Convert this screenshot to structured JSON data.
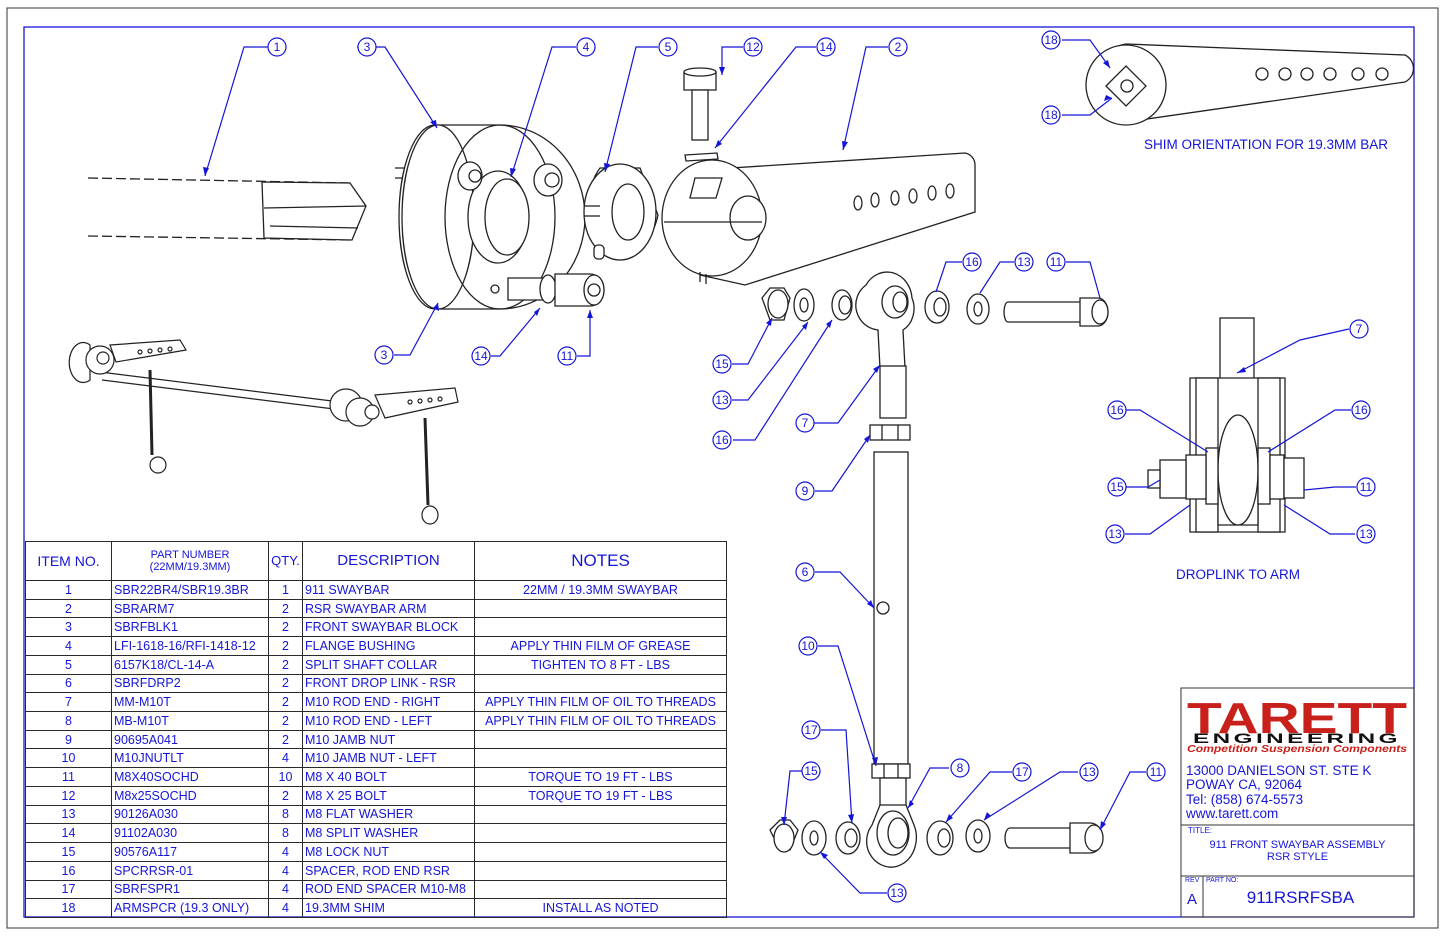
{
  "bom": {
    "headers": {
      "item": "ITEM NO.",
      "part": "PART NUMBER\n(22MM/19.3MM)",
      "qty": "QTY.",
      "desc": "DESCRIPTION",
      "notes": "NOTES"
    },
    "rows": [
      {
        "item": "1",
        "part": "SBR22BR4/SBR19.3BR",
        "qty": "1",
        "desc": "911 SWAYBAR",
        "notes": "22MM / 19.3MM SWAYBAR"
      },
      {
        "item": "2",
        "part": "SBRARM7",
        "qty": "2",
        "desc": "RSR SWAYBAR ARM",
        "notes": ""
      },
      {
        "item": "3",
        "part": "SBRFBLK1",
        "qty": "2",
        "desc": "FRONT SWAYBAR BLOCK",
        "notes": ""
      },
      {
        "item": "4",
        "part": "LFI-1618-16/RFI-1418-12",
        "qty": "2",
        "desc": "FLANGE BUSHING",
        "notes": "APPLY THIN FILM OF GREASE"
      },
      {
        "item": "5",
        "part": "6157K18/CL-14-A",
        "qty": "2",
        "desc": "SPLIT SHAFT COLLAR",
        "notes": "TIGHTEN TO 8 FT - LBS"
      },
      {
        "item": "6",
        "part": "SBRFDRP2",
        "qty": "2",
        "desc": "FRONT DROP LINK - RSR",
        "notes": ""
      },
      {
        "item": "7",
        "part": "MM-M10T",
        "qty": "2",
        "desc": "M10 ROD END - RIGHT",
        "notes": "APPLY THIN FILM OF OIL TO THREADS"
      },
      {
        "item": "8",
        "part": "MB-M10T",
        "qty": "2",
        "desc": "M10 ROD END - LEFT",
        "notes": "APPLY THIN FILM OF OIL TO THREADS"
      },
      {
        "item": "9",
        "part": "90695A041",
        "qty": "2",
        "desc": "M10 JAMB NUT",
        "notes": ""
      },
      {
        "item": "10",
        "part": "M10JNUTLT",
        "qty": "4",
        "desc": "M10 JAMB NUT - LEFT",
        "notes": ""
      },
      {
        "item": "11",
        "part": "M8X40SOCHD",
        "qty": "10",
        "desc": "M8 X 40 BOLT",
        "notes": "TORQUE TO 19 FT - LBS"
      },
      {
        "item": "12",
        "part": "M8x25SOCHD",
        "qty": "2",
        "desc": "M8 X 25 BOLT",
        "notes": "TORQUE TO 19 FT - LBS"
      },
      {
        "item": "13",
        "part": "90126A030",
        "qty": "8",
        "desc": "M8 FLAT WASHER",
        "notes": ""
      },
      {
        "item": "14",
        "part": "91102A030",
        "qty": "8",
        "desc": "M8 SPLIT WASHER",
        "notes": ""
      },
      {
        "item": "15",
        "part": "90576A117",
        "qty": "4",
        "desc": "M8 LOCK NUT",
        "notes": ""
      },
      {
        "item": "16",
        "part": "SPCRRSR-01",
        "qty": "4",
        "desc": "SPACER, ROD END RSR",
        "notes": ""
      },
      {
        "item": "17",
        "part": "SBRFSPR1",
        "qty": "4",
        "desc": "ROD END SPACER M10-M8",
        "notes": ""
      },
      {
        "item": "18",
        "part": "ARMSPCR (19.3 ONLY)",
        "qty": "4",
        "desc": "19.3MM SHIM",
        "notes": "INSTALL AS NOTED"
      }
    ]
  },
  "balloons": {
    "b1": "1",
    "b2": "2",
    "b3a": "3",
    "b3b": "3",
    "b4": "4",
    "b5": "5",
    "b12": "12",
    "b14a": "14",
    "b14b": "14",
    "b11a": "11",
    "b11b": "11",
    "b11c": "11",
    "b11d": "11",
    "b16a": "16",
    "b16b": "16",
    "b16c": "16",
    "b16d": "16",
    "b13a": "13",
    "b13b": "13",
    "b13c": "13",
    "b13d": "13",
    "b13e": "13",
    "b13f": "13",
    "b15a": "15",
    "b15b": "15",
    "b15c": "15",
    "b7a": "7",
    "b7b": "7",
    "b9": "9",
    "b6": "6",
    "b10": "10",
    "b17a": "17",
    "b17b": "17",
    "b8": "8",
    "b18a": "18",
    "b18b": "18"
  },
  "views": {
    "shim_caption": "SHIM ORIENTATION FOR 19.3MM BAR",
    "droplink_caption": "DROPLINK TO ARM"
  },
  "title_block": {
    "logo_main": "TARETT",
    "logo_sub": "ENGINEERING",
    "logo_tag": "Competition Suspension Components",
    "addr1": "13000 DANIELSON ST. STE K",
    "addr2": "POWAY CA, 92064",
    "tel": "Tel: (858) 674-5573",
    "web": "www.tarett.com",
    "title_label": "TITLE:",
    "title1": "911 FRONT SWAYBAR ASSEMBLY",
    "title2": "RSR STYLE",
    "rev_label": "REV",
    "part_label": "PART NO:",
    "rev": "A",
    "part_no": "911RSRFSBA"
  },
  "colors": {
    "ink": "#1515d8",
    "line": "#222222",
    "logo_red": "#c8201a"
  }
}
